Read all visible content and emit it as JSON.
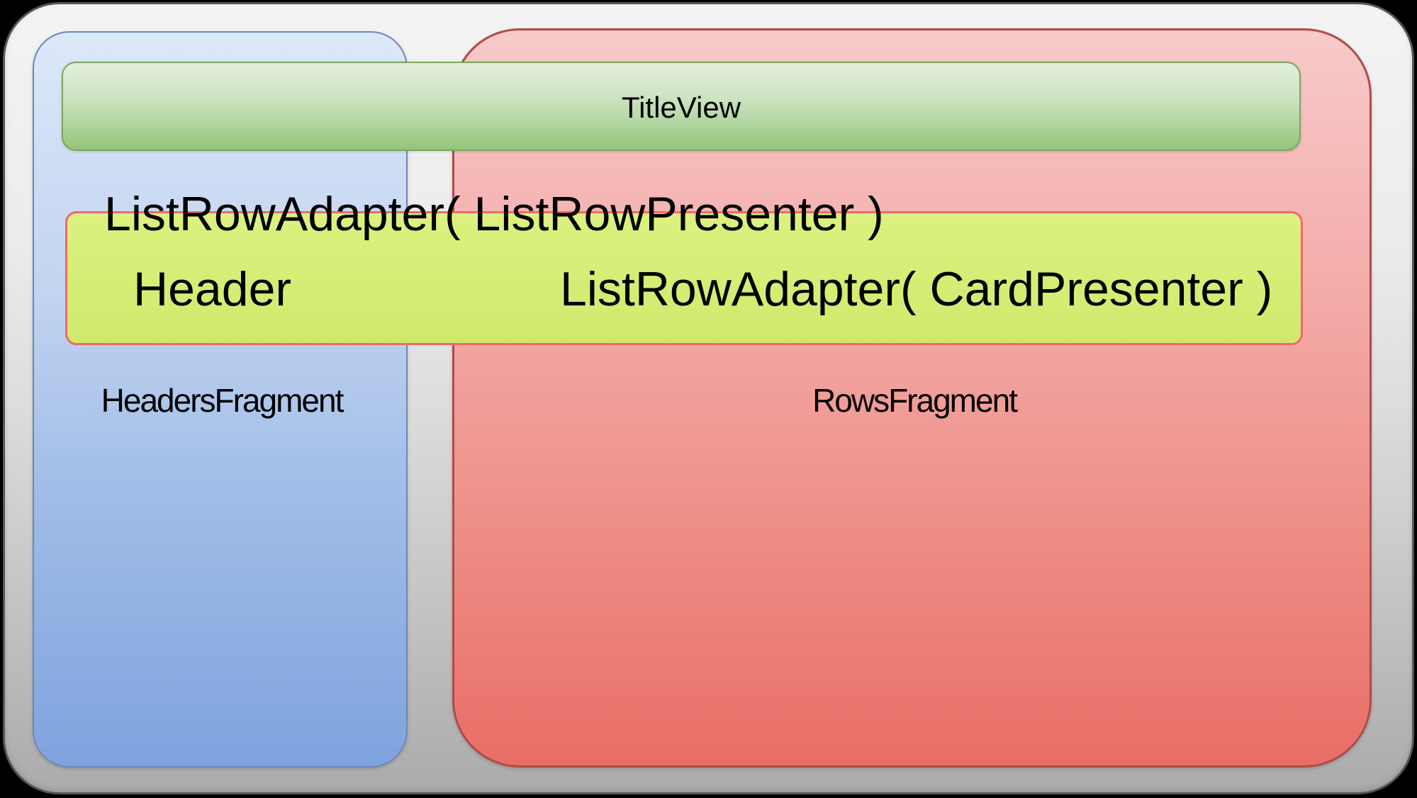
{
  "diagram": {
    "title_view": {
      "label": "TitleView"
    },
    "headers_fragment": {
      "label": "HeadersFragment"
    },
    "rows_fragment": {
      "label": "RowsFragment"
    },
    "list_row_adapter_presenter": {
      "label": "ListRowAdapter( ListRowPresenter )"
    },
    "header_cell": {
      "label": "Header"
    },
    "list_row_adapter_card": {
      "label": "ListRowAdapter( CardPresenter )"
    }
  },
  "colors": {
    "frame-border": "#565656",
    "blue-border": "#6d87bb",
    "blue-top": "#dde8f9",
    "blue-bottom": "#7fa3de",
    "red-border": "#ae4c48",
    "red-top": "#f7caca",
    "red-bottom": "#e86e66",
    "green-border": "#7da55e",
    "green-top": "#e3efdc",
    "green-bottom": "#92c57b",
    "yellow-border": "#f0696a",
    "yellow-fill": "#d5ed75",
    "text": "#000000",
    "background": "#000000"
  }
}
